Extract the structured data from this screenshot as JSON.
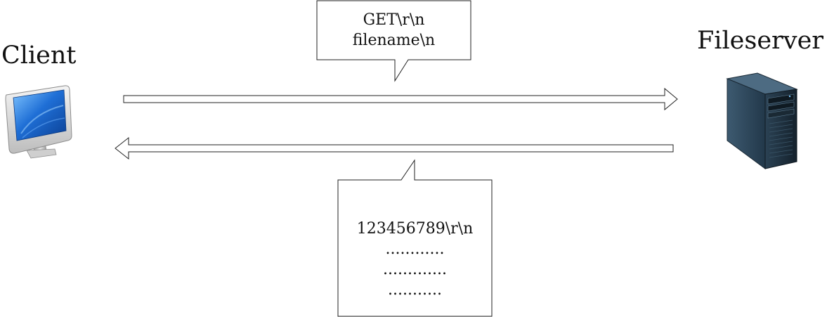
{
  "client": {
    "label": "Client",
    "icon": "desktop-computer-icon"
  },
  "server": {
    "label": "Fileserver",
    "icon": "server-tower-icon"
  },
  "request": {
    "direction": "client-to-server",
    "lines": [
      "GET\\r\\n",
      "filename\\n"
    ]
  },
  "response": {
    "direction": "server-to-client",
    "lines": [
      "123456789\\r\\n",
      "............",
      ".............",
      "..........."
    ]
  },
  "colors": {
    "stroke": "#222222",
    "fill": "#ffffff",
    "screen_blue": "#1a63c8",
    "server_dark": "#1e2f3d"
  }
}
